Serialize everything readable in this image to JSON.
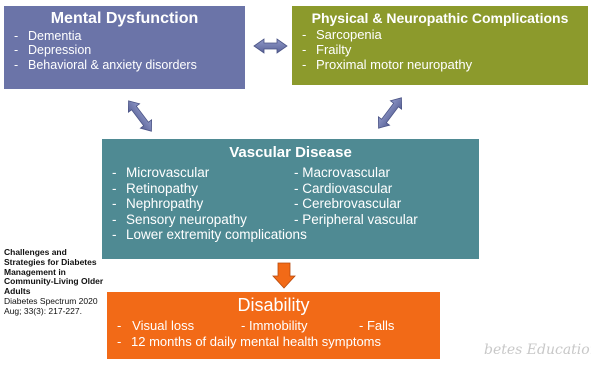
{
  "mental": {
    "title": "Mental Dysfunction",
    "items": [
      "Dementia",
      "Depression",
      "Behavioral & anxiety disorders"
    ]
  },
  "physical": {
    "title": "Physical & Neuropathic Complications",
    "items": [
      "Sarcopenia",
      "Frailty",
      "Proximal motor neuropathy"
    ]
  },
  "vascular": {
    "title": "Vascular Disease",
    "left_items": [
      "Microvascular",
      "Retinopathy",
      "Nephropathy",
      "Sensory neuropathy"
    ],
    "right_items": [
      "Macrovascular",
      "Cardiovascular",
      "Cerebrovascular",
      "Peripheral vascular"
    ],
    "full_item": "Lower extremity complications"
  },
  "disability": {
    "title": "Disability",
    "row_items": [
      "Visual loss",
      "Immobility",
      "Falls"
    ],
    "full_item": "12 months of daily mental health symptoms"
  },
  "citation": {
    "title": "Challenges and Strategies for Diabetes Management in Community-Living Older Adults",
    "source": "Diabetes Spectrum 2020 Aug; 33(3): 217-227."
  },
  "watermark": "betes Education",
  "colors": {
    "mental": "#6b74a8",
    "physical": "#8c9a2c",
    "vascular": "#4f8a93",
    "disability": "#f26a17",
    "arrow_fill": "#6b74a8",
    "down_arrow": "#f26a17"
  }
}
